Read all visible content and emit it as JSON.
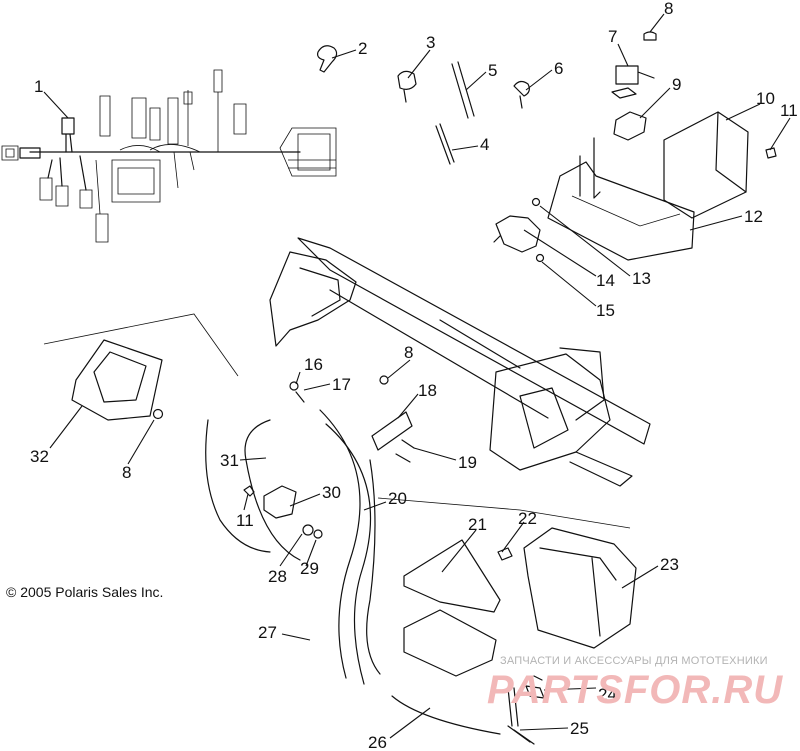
{
  "copyright": "© 2005 Polaris Sales Inc.",
  "watermark": {
    "tagline": "ЗАПЧАСТИ И АКСЕССУАРЫ ДЛЯ МОТОТЕХНИКИ",
    "logo": "PARTSFOR.RU"
  },
  "callouts": [
    "1",
    "2",
    "3",
    "4",
    "5",
    "6",
    "7",
    "8",
    "9",
    "10",
    "11",
    "12",
    "13",
    "14",
    "15",
    "16",
    "17",
    "8",
    "18",
    "19",
    "20",
    "21",
    "22",
    "23",
    "24",
    "25",
    "26",
    "27",
    "28",
    "29",
    "30",
    "31",
    "32",
    "8",
    "11"
  ],
  "colors": {
    "line": "#111111",
    "watermark_logo": "#f2b8b8",
    "watermark_text": "#b3b3b3"
  }
}
